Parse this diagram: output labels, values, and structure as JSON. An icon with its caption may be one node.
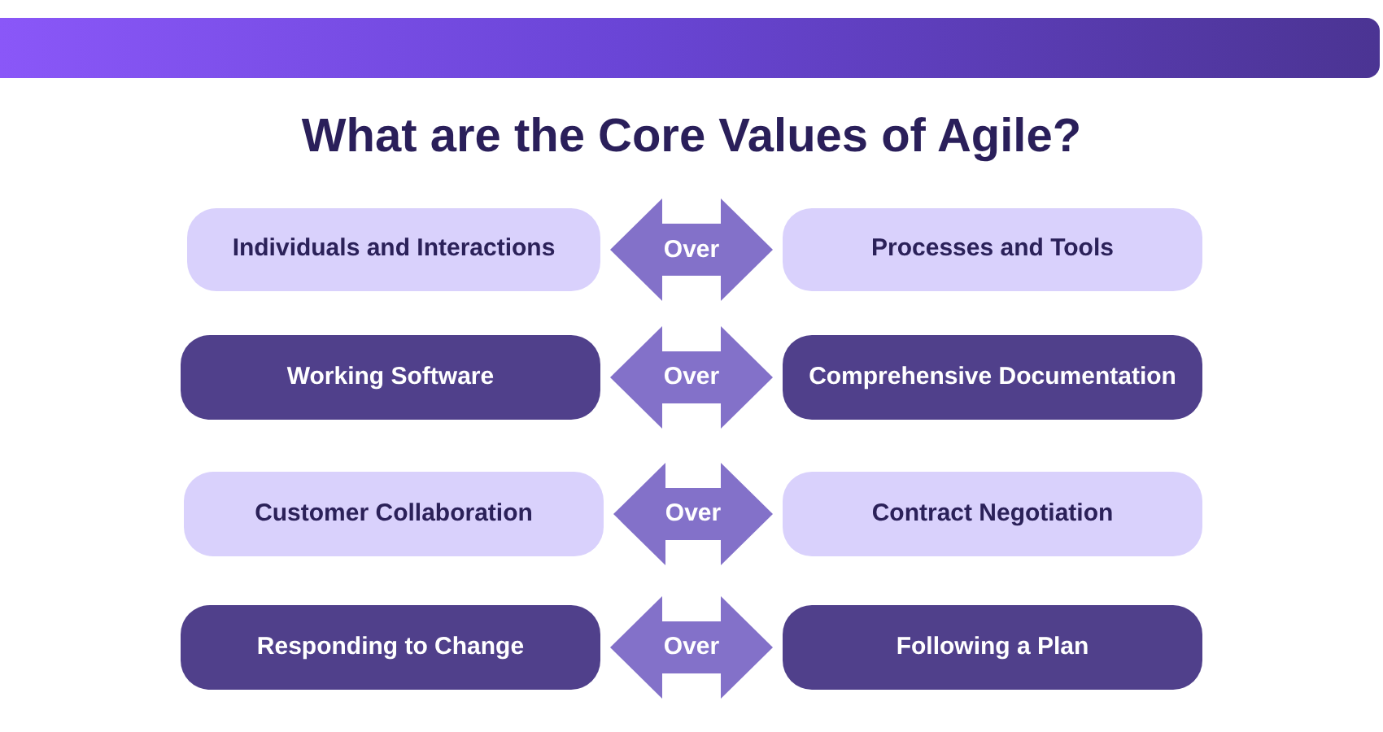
{
  "diagram": {
    "title": "What are the Core Values of Agile?",
    "nodes": [
      {
        "text": [
          "Individuals and Interactions"
        ]
      },
      {
        "text": [
          "Processes and Tools"
        ]
      },
      {
        "text": [
          "Working Software"
        ]
      },
      {
        "text": [
          "Comprehensive Documentation"
        ]
      },
      {
        "text": [
          "Customer Collaboration"
        ]
      },
      {
        "text": [
          "Contract Negotiation"
        ]
      },
      {
        "text": [
          "Responding to Change"
        ]
      },
      {
        "text": [
          "Following a Plan"
        ]
      }
    ],
    "edges": [
      {
        "from": 0,
        "to": 1,
        "arrow": "both",
        "label": "Over"
      },
      {
        "from": 2,
        "to": 3,
        "arrow": "both",
        "label": "Over"
      },
      {
        "from": 4,
        "to": 5,
        "arrow": "both",
        "label": "Over"
      },
      {
        "from": 6,
        "to": 7,
        "arrow": "both",
        "label": "Over"
      }
    ]
  }
}
